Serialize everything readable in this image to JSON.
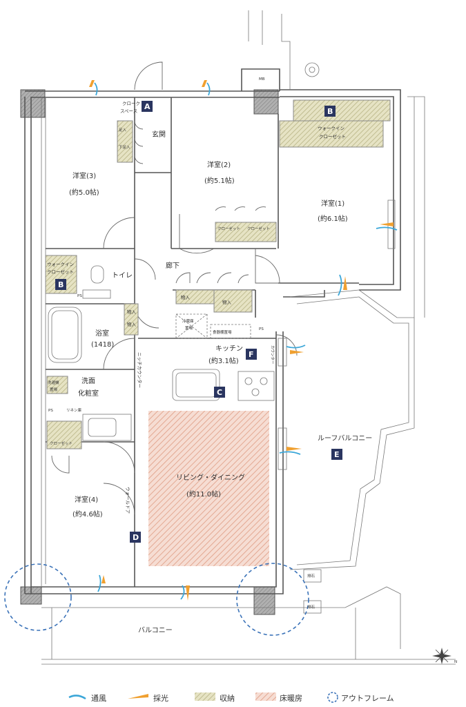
{
  "rooms": {
    "western3": {
      "name": "洋室(3)",
      "size": "(約5.0帖)"
    },
    "western2": {
      "name": "洋室(2)",
      "size": "(約5.1帖)"
    },
    "western1": {
      "name": "洋室(1)",
      "size": "(約6.1帖)"
    },
    "western4": {
      "name": "洋室(4)",
      "size": "(約4.6帖)"
    },
    "bath": {
      "name": "浴室",
      "size": "(1418)"
    },
    "kitchen": {
      "name": "キッチン",
      "size": "(約3.1帖)"
    },
    "living": {
      "name": "リビング・ダイニング",
      "size": "(約11.0帖)"
    },
    "washroom": {
      "name1": "洗面",
      "name2": "化粧室"
    },
    "entrance": "玄関",
    "hallway": "廊下",
    "toilet": "トイレ",
    "balcony": "バルコニー",
    "roof_balcony": "ルーフバルコニー"
  },
  "storage": {
    "cloak_space": {
      "line1": "クローク",
      "line2": "スペース"
    },
    "walkin_b_top": {
      "line1": "ウォークイン",
      "line2": "クローゼット"
    },
    "walkin_b_left": {
      "line1": "ウォークイン",
      "line2": "クローゼット"
    },
    "closet": "クローゼット",
    "storage": "物入",
    "shoe1": "足入",
    "shoe2": "下足入",
    "fridge": {
      "line1": "冷蔵庫",
      "line2": "置場"
    },
    "dish": "食器棚置場",
    "washer": {
      "line1": "洗濯機",
      "line2": "置場"
    },
    "linen": "リネン庫",
    "niche_counter": "ニッチカウンター",
    "counter": "カウンター",
    "wall_door": "ウォールドア",
    "ps": "PS",
    "mb": "MB",
    "drain": "排石"
  },
  "badges": [
    "A",
    "B",
    "B",
    "C",
    "D",
    "E",
    "F"
  ],
  "legend": [
    {
      "label": "通風",
      "color": "#3aa6d8"
    },
    {
      "label": "採光",
      "color": "#f0a030"
    },
    {
      "label": "収納",
      "color": "#c9c59a"
    },
    {
      "label": "床暖房",
      "color": "#e8b4a4"
    },
    {
      "label": "アウトフレーム",
      "color": "#3a72b8"
    }
  ],
  "compass": "N"
}
